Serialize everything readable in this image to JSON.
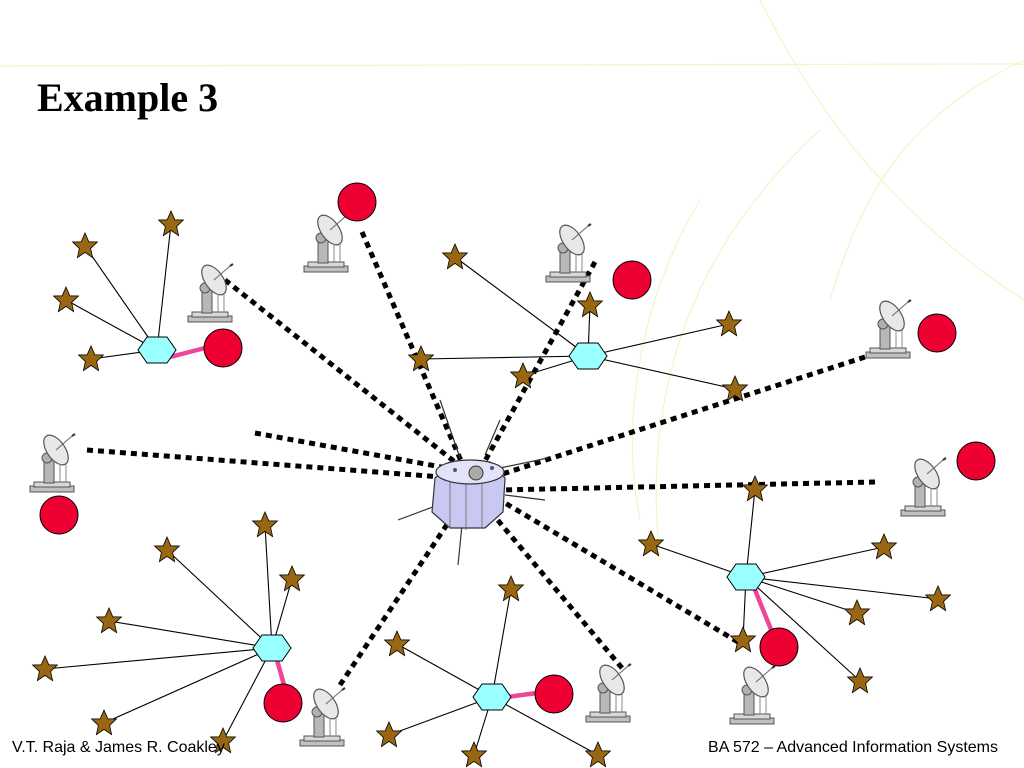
{
  "slide": {
    "title": "Example 3",
    "footer_left": "V.T. Raja & James R. Coakley",
    "footer_right": "BA 572 – Advanced Information Systems"
  },
  "colors": {
    "background": "#ffffff",
    "decorative_arcs": "#f5f3c8",
    "uplink": "#000000",
    "spoke": "#000000",
    "hub_fill": "#99ffff",
    "ground_link": "#ee4499",
    "ground_station_fill": "#ee0033",
    "terminal_fill": "#996611",
    "satellite_body": "#c8c8f0"
  },
  "icons": {
    "satellite": "satellite-icon",
    "earth_station": "satellite-dish-icon",
    "terminal": "star-icon",
    "ground_station": "red-circle-icon",
    "hub": "hexagon-hub-icon"
  }
}
